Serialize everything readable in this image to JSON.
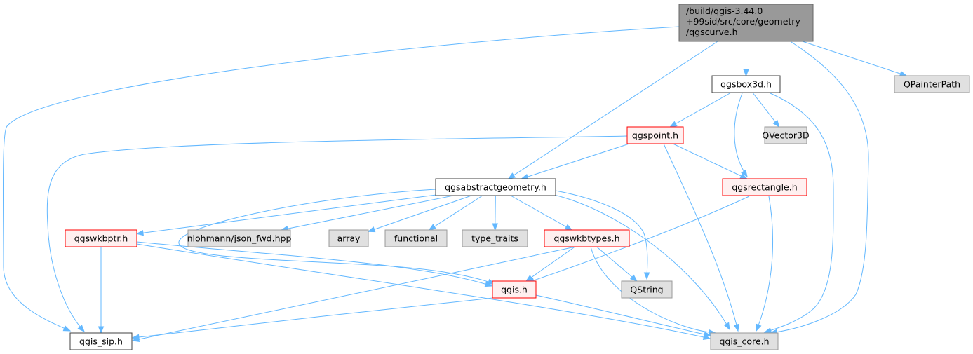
{
  "colors": {
    "edge": "#63b8ff",
    "root_fill": "#999999",
    "root_border": "#666666",
    "documented_fill": "#ffffff",
    "documented_border": "#404040",
    "incomplete_fill": "#fff0f0",
    "incomplete_border": "#ff0000",
    "external_fill": "#e0e0e0",
    "external_border": "#999999"
  },
  "nodes": {
    "root": {
      "lines": [
        "/build/qgis-3.44.0",
        "+99sid/src/core/geometry",
        "/qgscurve.h"
      ],
      "kind": "root"
    },
    "qgsbox3d": {
      "lines": [
        "qgsbox3d.h"
      ],
      "kind": "documented"
    },
    "qpainterpath": {
      "lines": [
        "QPainterPath"
      ],
      "kind": "external"
    },
    "qgspoint": {
      "lines": [
        "qgspoint.h"
      ],
      "kind": "incomplete"
    },
    "qvector3d": {
      "lines": [
        "QVector3D"
      ],
      "kind": "external"
    },
    "qgsabstractgeometry": {
      "lines": [
        "qgsabstractgeometry.h"
      ],
      "kind": "documented"
    },
    "qgsrectangle": {
      "lines": [
        "qgsrectangle.h"
      ],
      "kind": "incomplete"
    },
    "qgswkbptr": {
      "lines": [
        "qgswkbptr.h"
      ],
      "kind": "incomplete"
    },
    "json_fwd": {
      "lines": [
        "nlohmann/json_fwd.hpp"
      ],
      "kind": "external"
    },
    "array": {
      "lines": [
        "array"
      ],
      "kind": "external"
    },
    "functional": {
      "lines": [
        "functional"
      ],
      "kind": "external"
    },
    "type_traits": {
      "lines": [
        "type_traits"
      ],
      "kind": "external"
    },
    "qgswkbtypes": {
      "lines": [
        "qgswkbtypes.h"
      ],
      "kind": "incomplete"
    },
    "qgis": {
      "lines": [
        "qgis.h"
      ],
      "kind": "incomplete"
    },
    "qstring": {
      "lines": [
        "QString"
      ],
      "kind": "external"
    },
    "qgis_sip": {
      "lines": [
        "qgis_sip.h"
      ],
      "kind": "documented"
    },
    "qgis_core": {
      "lines": [
        "qgis_core.h"
      ],
      "kind": "external"
    }
  },
  "edges": [
    [
      "root",
      "qgsbox3d"
    ],
    [
      "root",
      "qpainterpath"
    ],
    [
      "root",
      "qgsabstractgeometry"
    ],
    [
      "root",
      "qgis_sip"
    ],
    [
      "root",
      "qgis_core"
    ],
    [
      "qgsbox3d",
      "qgspoint"
    ],
    [
      "qgsbox3d",
      "qvector3d"
    ],
    [
      "qgsbox3d",
      "qgsrectangle"
    ],
    [
      "qgsbox3d",
      "qgis_core"
    ],
    [
      "qgspoint",
      "qgsabstractgeometry"
    ],
    [
      "qgspoint",
      "qgsrectangle"
    ],
    [
      "qgspoint",
      "qgis_sip"
    ],
    [
      "qgspoint",
      "qgis_core"
    ],
    [
      "qgsrectangle",
      "qgis"
    ],
    [
      "qgsrectangle",
      "qgis_core"
    ],
    [
      "qgsabstractgeometry",
      "qgswkbptr"
    ],
    [
      "qgsabstractgeometry",
      "json_fwd"
    ],
    [
      "qgsabstractgeometry",
      "array"
    ],
    [
      "qgsabstractgeometry",
      "functional"
    ],
    [
      "qgsabstractgeometry",
      "type_traits"
    ],
    [
      "qgsabstractgeometry",
      "qgswkbtypes"
    ],
    [
      "qgsabstractgeometry",
      "qgis"
    ],
    [
      "qgsabstractgeometry",
      "qstring"
    ],
    [
      "qgsabstractgeometry",
      "qgis_core"
    ],
    [
      "qgswkbptr",
      "qgis_sip"
    ],
    [
      "qgswkbptr",
      "qgis"
    ],
    [
      "qgswkbptr",
      "qgis_core"
    ],
    [
      "qgswkbtypes",
      "qgis"
    ],
    [
      "qgswkbtypes",
      "qstring"
    ],
    [
      "qgswkbtypes",
      "qgis_sip"
    ],
    [
      "qgswkbtypes",
      "qgis_core"
    ],
    [
      "qgis",
      "qgis_sip"
    ],
    [
      "qgis",
      "qgis_core"
    ]
  ]
}
